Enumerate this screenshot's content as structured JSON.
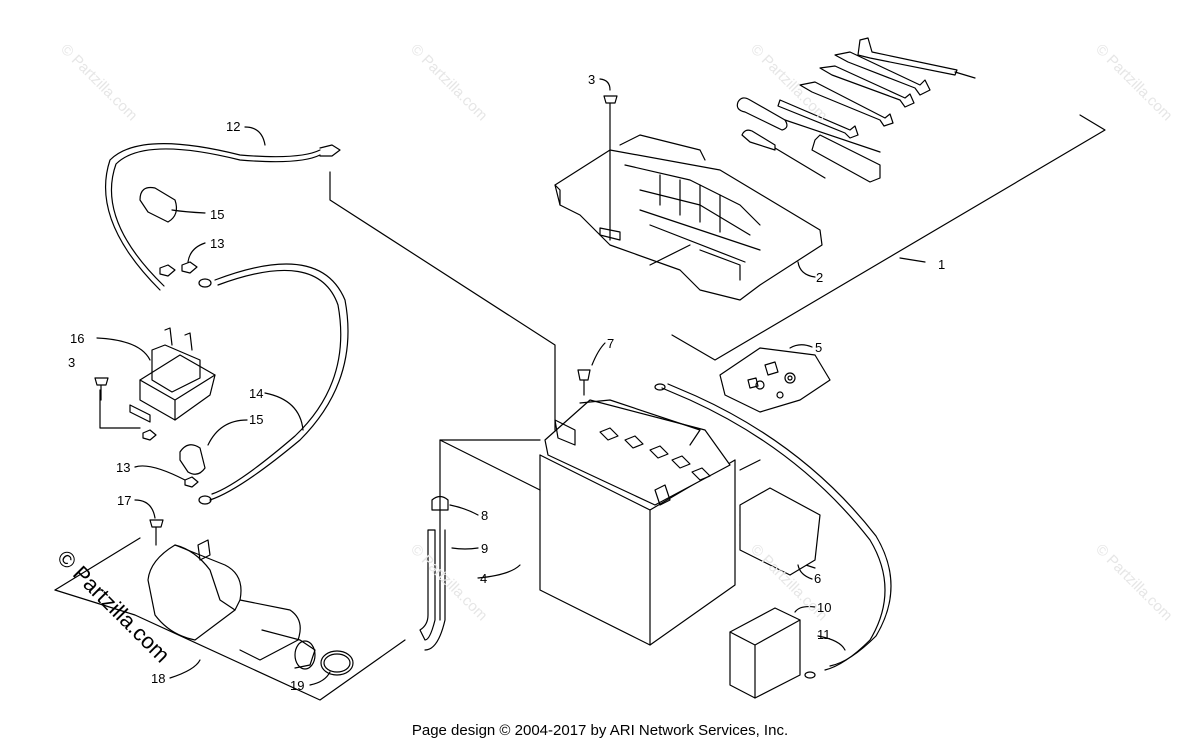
{
  "diagram": {
    "callouts": [
      {
        "id": "c1",
        "text": "1"
      },
      {
        "id": "c2",
        "text": "2"
      },
      {
        "id": "c3a",
        "text": "3"
      },
      {
        "id": "c3b",
        "text": "3"
      },
      {
        "id": "c4",
        "text": "4"
      },
      {
        "id": "c5",
        "text": "5"
      },
      {
        "id": "c6",
        "text": "6"
      },
      {
        "id": "c7",
        "text": "7"
      },
      {
        "id": "c8",
        "text": "8"
      },
      {
        "id": "c9",
        "text": "9"
      },
      {
        "id": "c10",
        "text": "10"
      },
      {
        "id": "c11",
        "text": "11"
      },
      {
        "id": "c12",
        "text": "12"
      },
      {
        "id": "c13a",
        "text": "13"
      },
      {
        "id": "c13b",
        "text": "13"
      },
      {
        "id": "c14",
        "text": "14"
      },
      {
        "id": "c15a",
        "text": "15"
      },
      {
        "id": "c15b",
        "text": "15"
      },
      {
        "id": "c16",
        "text": "16"
      },
      {
        "id": "c17",
        "text": "17"
      },
      {
        "id": "c18",
        "text": "18"
      },
      {
        "id": "c19",
        "text": "19"
      }
    ]
  },
  "watermark": {
    "text": "© Partzilla.com",
    "prominent_text": "© Partzilla.com"
  },
  "footer": {
    "text": "Page design © 2004-2017 by ARI Network Services, Inc."
  },
  "colors": {
    "line": "#000000",
    "watermark": "#e6e6e6",
    "background": "#ffffff"
  }
}
